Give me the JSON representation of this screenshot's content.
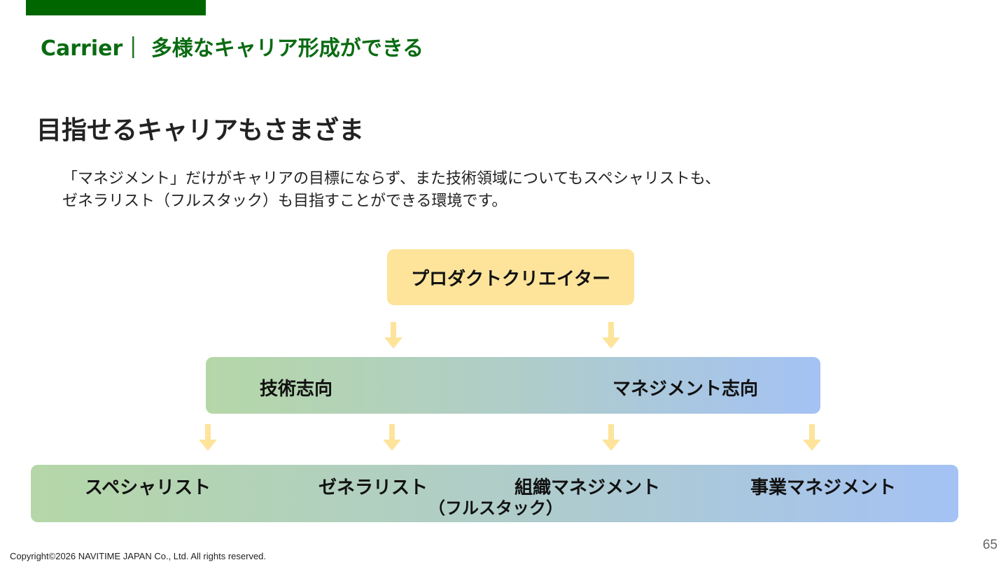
{
  "header": {
    "title": "Carrier｜ 多様なキャリア形成ができる",
    "accent_color": "#006600"
  },
  "section": {
    "title": "目指せるキャリアもさまざま",
    "description_lines": [
      "「マネジメント」だけがキャリアの目標にならず、また技術領域についてもスペシャリストも、",
      "ゼネラリスト（フルスタック）も目指すことができる環境です。"
    ]
  },
  "diagram": {
    "top": {
      "label": "プロダクトクリエイター",
      "color": "#fde49a"
    },
    "middle": {
      "left_label": "技術志向",
      "right_label": "マネジメント志向",
      "gradient": [
        "#b5d7a8",
        "#a4c2f4"
      ]
    },
    "bottom": {
      "items": [
        {
          "label": "スペシャリスト",
          "sub": ""
        },
        {
          "label": "ゼネラリスト",
          "sub": "（フルスタック）"
        },
        {
          "label": "組織マネジメント",
          "sub": ""
        },
        {
          "label": "事業マネジメント",
          "sub": ""
        }
      ],
      "gradient": [
        "#b5d7a8",
        "#a4c2f4"
      ]
    },
    "arrow_color": "#fde49a"
  },
  "footer": {
    "copyright": "Copyright©2026 NAVITIME JAPAN Co., Ltd. All rights reserved.",
    "page_number": "65"
  }
}
